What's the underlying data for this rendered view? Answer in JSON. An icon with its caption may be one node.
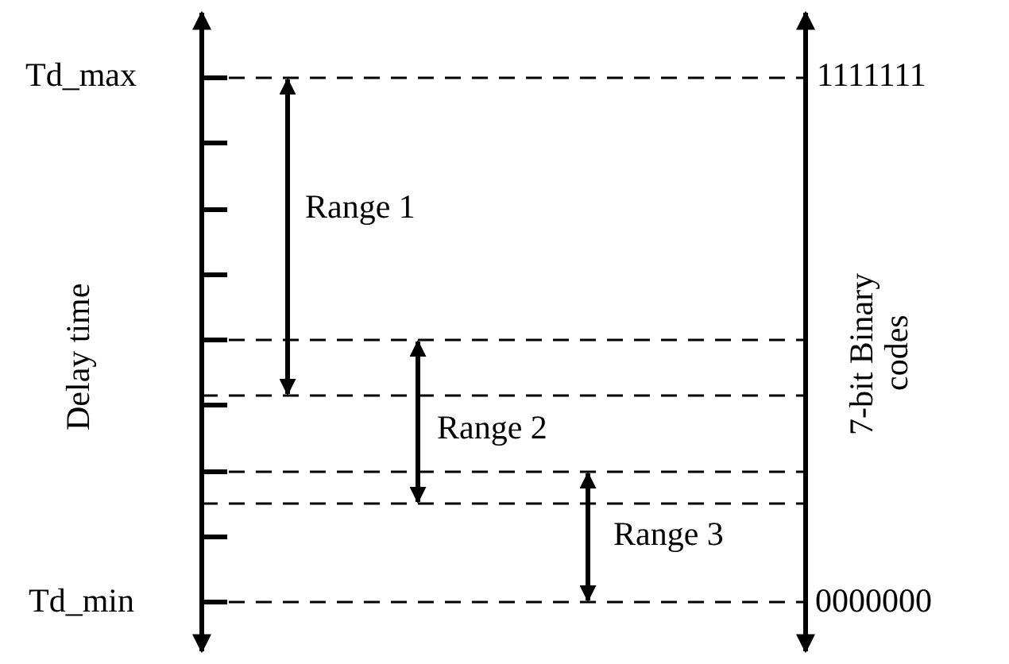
{
  "diagram": {
    "labels": [
      "Td_max",
      "1111111",
      "Range 1",
      "Delay time",
      "7-bit Binary codes",
      "Range 2",
      "Range 3",
      "Td_min",
      "0000000"
    ]
  }
}
